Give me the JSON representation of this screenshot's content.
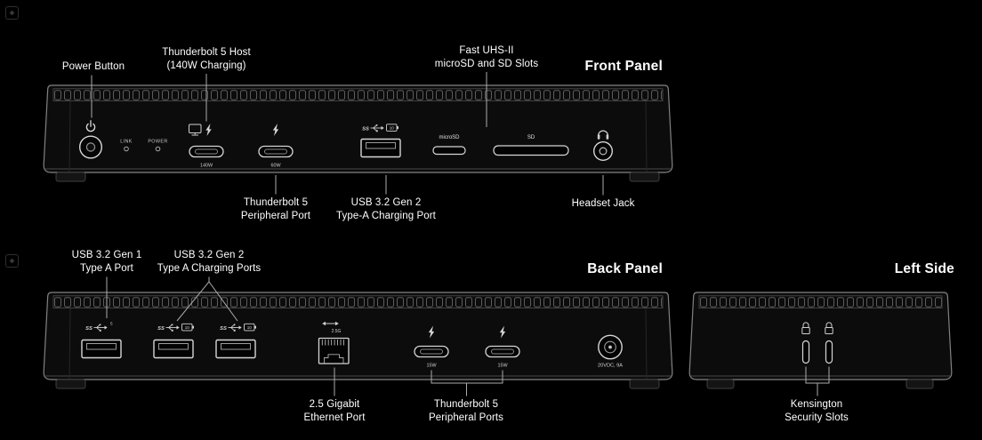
{
  "front": {
    "title": "Front Panel",
    "callouts": {
      "power_button": "Power Button",
      "tb5_host": "Thunderbolt 5 Host\n(140W Charging)",
      "uhs_slots": "Fast UHS-II\nmicroSD and SD Slots",
      "tb5_peripheral": "Thunderbolt 5\nPeripheral Port",
      "usb_charging": "USB 3.2 Gen 2\nType-A Charging Port",
      "headset_jack": "Headset Jack"
    },
    "device": {
      "link_led": "LINK",
      "power_led": "POWER",
      "tb5_host_watts": "140W",
      "tb5_peripheral_watts": "60W",
      "microsd": "microSD",
      "sd": "SD",
      "usb_ss": "SS",
      "usb_speed": "10"
    }
  },
  "back": {
    "title": "Back Panel",
    "callouts": {
      "usb_gen1": "USB 3.2 Gen 1\nType A Port",
      "usb_gen2_charging": "USB 3.2 Gen 2\nType A Charging Ports",
      "ethernet": "2.5 Gigabit\nEthernet Port",
      "tb5_ports": "Thunderbolt 5\nPeripheral Ports"
    },
    "device": {
      "ethernet_speed": "2.5G",
      "tb5_watts_1": "15W",
      "tb5_watts_2": "15W",
      "dc_rating": "20VDC, 9A",
      "usb_gen1_ss": "SS",
      "usb_gen1_speed": "5",
      "usb_gen2_ss": "SS",
      "usb_gen2_speed": "10"
    }
  },
  "left": {
    "title": "Left Side",
    "callouts": {
      "kensington": "Kensington\nSecurity Slots"
    }
  },
  "colors": {
    "background": "#000000",
    "text": "#ffffff",
    "callout_line": "#ababab",
    "chassis_stroke": "#828282",
    "port_stroke": "#d6d6d6"
  }
}
